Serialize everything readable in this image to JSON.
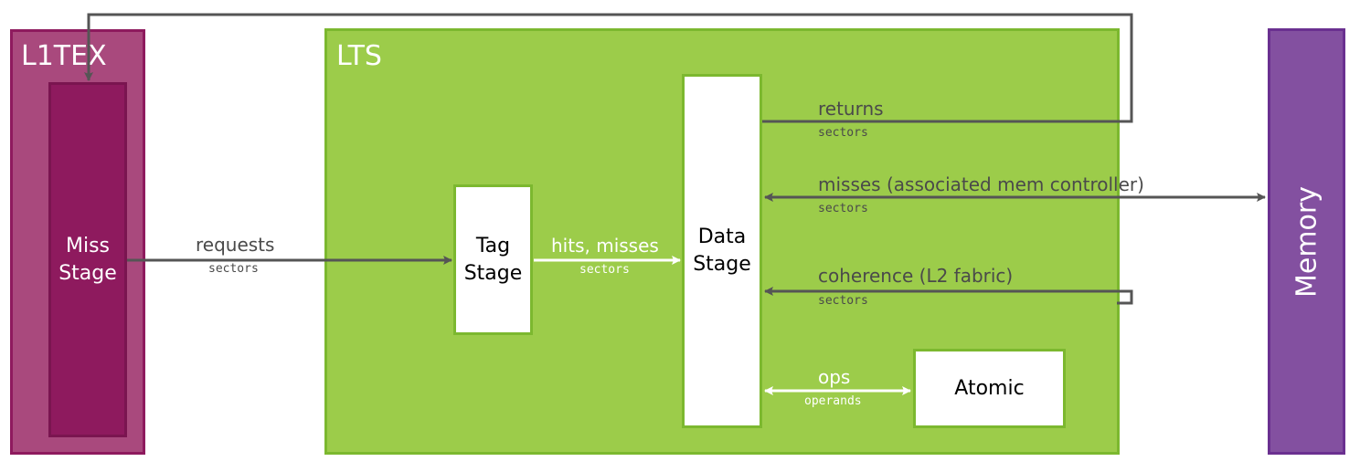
{
  "blocks": {
    "l1tex": "L1TEX",
    "miss_stage": "Miss\nStage",
    "lts": "LTS",
    "tag_stage": "Tag\nStage",
    "data_stage": "Data\nStage",
    "atomic": "Atomic",
    "memory": "Memory"
  },
  "edges": {
    "requests": {
      "label": "requests",
      "unit": "sectors"
    },
    "hits_misses": {
      "label": "hits, misses",
      "unit": "sectors"
    },
    "returns": {
      "label": "returns",
      "unit": "sectors"
    },
    "misses_mem": {
      "label": "misses (associated mem controller)",
      "unit": "sectors"
    },
    "coherence": {
      "label": "coherence (L2 fabric)",
      "unit": "sectors"
    },
    "ops": {
      "label": "ops",
      "unit": "operands"
    }
  },
  "colors": {
    "l1tex": "#a9497d",
    "miss_stage": "#8e1a5e",
    "lts": "#9ccc4a",
    "memory": "#8350a0",
    "arrow_dark": "#555555",
    "arrow_light": "#ffffff"
  }
}
